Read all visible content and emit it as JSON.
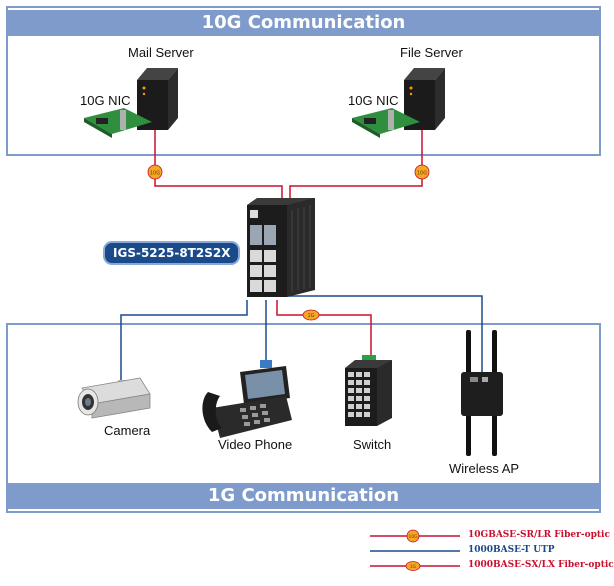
{
  "panels": {
    "top_title": "10G Communication",
    "bottom_title": "1G Communication"
  },
  "devices": {
    "mail_server": "Mail Server",
    "file_server": "File Server",
    "nic_left": "10G NIC",
    "nic_right": "10G NIC",
    "camera": "Camera",
    "video_phone": "Video Phone",
    "switch": "Switch",
    "wireless_ap": "Wireless AP",
    "core_switch_model": "IGS-5225-8T2S2X"
  },
  "link_badges": {
    "ten_g": "10G",
    "one_g": "1G"
  },
  "legend": {
    "items": [
      {
        "label": "10GBASE-SR/LR Fiber-optic",
        "color": "#c8102e",
        "badge": "10G"
      },
      {
        "label": "1000BASE-T UTP",
        "color": "#1a4a8a",
        "badge": ""
      },
      {
        "label": "1000BASE-SX/LX Fiber-optic",
        "color": "#c8102e",
        "badge": "1G"
      }
    ]
  },
  "colors": {
    "panel_blue": "#7f9bcc",
    "fiber_red": "#c8102e",
    "utp_blue": "#1a4a8a",
    "badge_orange": "#f5a623"
  }
}
